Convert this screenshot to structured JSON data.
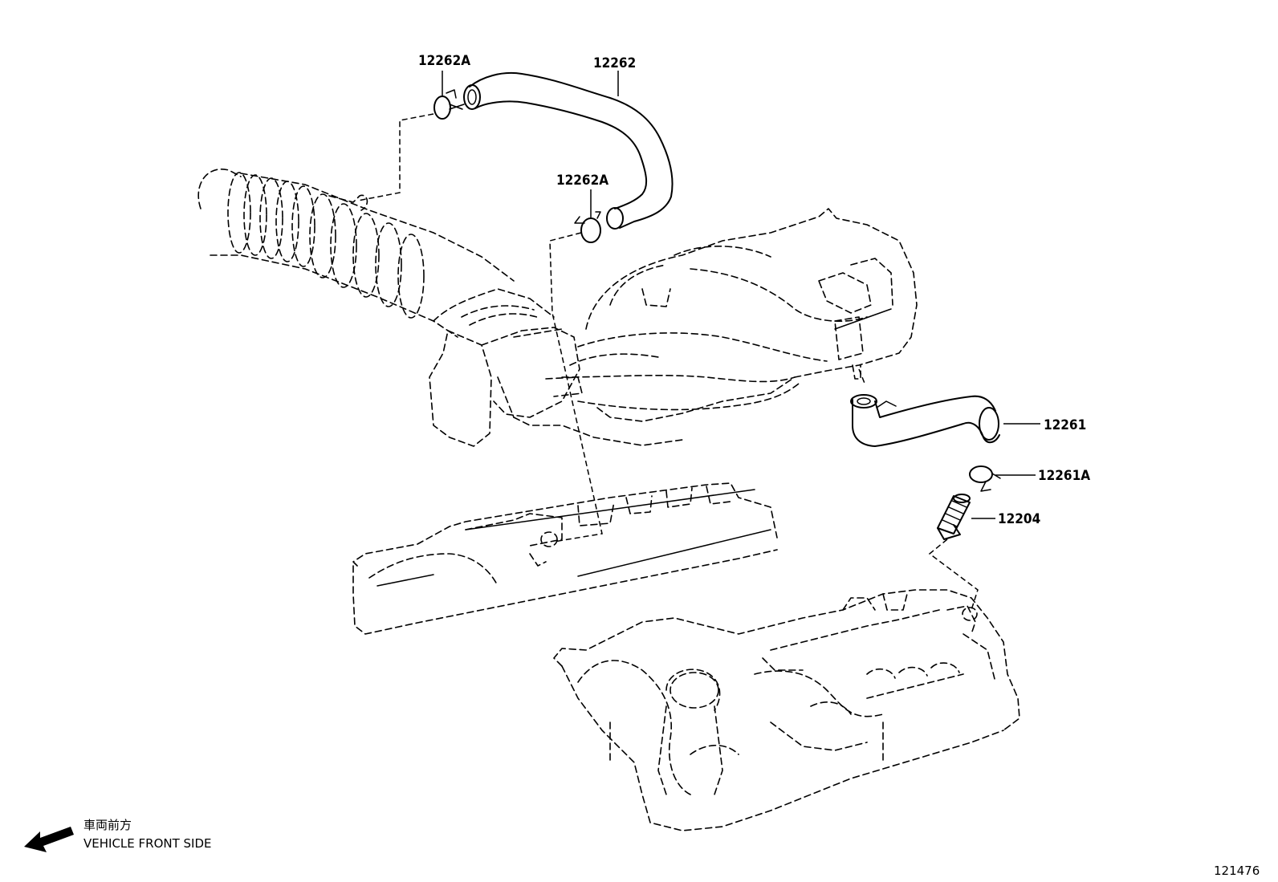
{
  "diagram": {
    "callouts": {
      "c12262A_top": "12262A",
      "c12262": "12262",
      "c12262A_mid": "12262A",
      "c12261": "12261",
      "c12261A": "12261A",
      "c12204": "12204"
    },
    "direction_note": {
      "line1": "車両前方",
      "line2": "VEHICLE FRONT SIDE"
    },
    "figure_number": "121476"
  }
}
